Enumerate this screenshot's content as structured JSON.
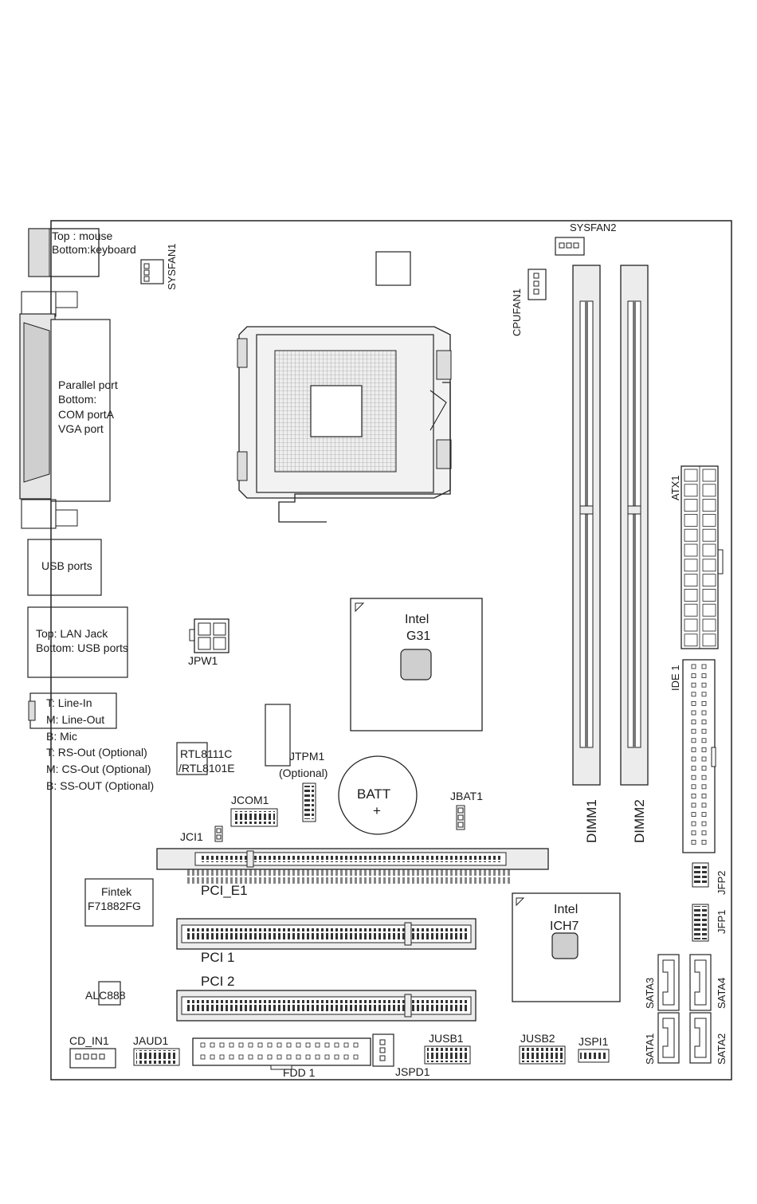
{
  "board": {
    "ps2": [
      "Top : mouse",
      "Bottom:keyboard"
    ],
    "io_panel": [
      "Parallel port",
      "Bottom:",
      "COM portA",
      "VGA port"
    ],
    "usb_ports": "USB ports",
    "lan": [
      "Top: LAN Jack",
      "Bottom: USB ports"
    ],
    "audio": [
      "T: Line-In",
      "M: Line-Out",
      "B: Mic",
      "T: RS-Out (Optional)",
      "M: CS-Out (Optional)",
      "B: SS-OUT (Optional)"
    ],
    "rtl": [
      "RTL8111C",
      "/RTL8101E"
    ],
    "sysfan1": "SYSFAN1",
    "sysfan2": "SYSFAN2",
    "cpufan1": "CPUFAN1",
    "atx1": "ATX1",
    "ide1": "IDE 1",
    "dimm1": "DIMM1",
    "dimm2": "DIMM2",
    "jpw1": "JPW1",
    "northbridge": [
      "Intel",
      "G31"
    ],
    "southbridge": [
      "Intel",
      "ICH7"
    ],
    "jtpm1": [
      "JTPM1",
      "(Optional)"
    ],
    "batt": [
      "BATT",
      "+"
    ],
    "jbat1": "JBAT1",
    "jcom1": "JCOM1",
    "jci1": "JCI1",
    "pci_e1": "PCI_E1",
    "pci1": "PCI 1",
    "pci2": "PCI 2",
    "fintek": [
      "Fintek",
      "F71882FG"
    ],
    "alc": "ALC888",
    "cd_in1": "CD_IN1",
    "jaud1": "JAUD1",
    "fdd1": "FDD 1",
    "jspd1": "JSPD1",
    "jusb1": "JUSB1",
    "jusb2": "JUSB2",
    "jspi1": "JSPI1",
    "jfp1": "JFP1",
    "jfp2": "JFP2",
    "sata1": "SATA1",
    "sata2": "SATA2",
    "sata3": "SATA3",
    "sata4": "SATA4"
  }
}
